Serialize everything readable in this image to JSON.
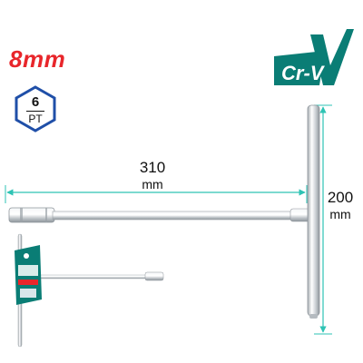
{
  "size_label": "8mm",
  "material_badge": {
    "text": "Cr-V",
    "color": "#0a7d75"
  },
  "point_badge": {
    "number": "6",
    "unit": "PT"
  },
  "dimensions": {
    "length": {
      "value": "310",
      "unit": "mm"
    },
    "height": {
      "value": "200",
      "unit": "mm"
    }
  },
  "colors": {
    "accent_red": "#e8262b",
    "dimension_line": "#2dc3b4",
    "steel": "#c9ced2"
  }
}
